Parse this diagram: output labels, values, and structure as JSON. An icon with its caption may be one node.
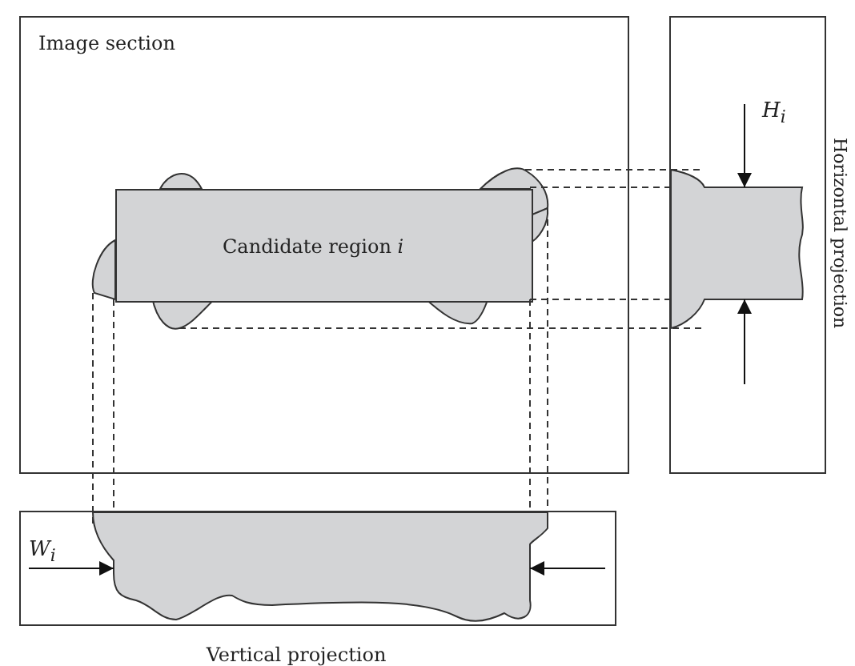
{
  "diagram": {
    "nodes": [
      {
        "text": [
          "Image section"
        ]
      },
      {
        "text": [
          "Candidate region *i*"
        ],
        "in": 0
      },
      {
        "text": [
          "Horizontal projection"
        ]
      },
      {
        "text": [
          "Vertical projection"
        ]
      }
    ],
    "labels": [
      "H$_{i}$",
      "W$_{i}$"
    ]
  }
}
